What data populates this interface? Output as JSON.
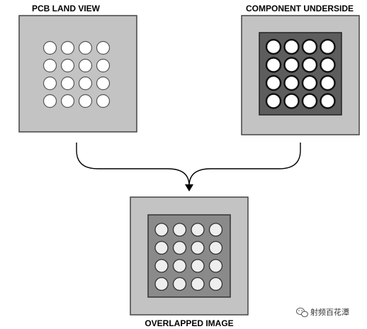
{
  "labels": {
    "pcb_land_view": "PCB LAND VIEW",
    "component_underside": "COMPONENT UNDERSIDE",
    "overlapped_image": "OVERLAPPED IMAGE"
  },
  "watermark": {
    "text": "射频百花潭",
    "icon": "wechat-icon"
  },
  "grid": {
    "rows": 4,
    "cols": 4
  },
  "colors": {
    "panel_fill": "#c3c3c3",
    "panel_stroke": "#444444",
    "component_body": "#5d5d5d",
    "overlap_body": "#8a8a8a",
    "pad_fill": "#ffffff",
    "pad_overlap_fill": "#eeeeee",
    "connector": "#000000"
  }
}
